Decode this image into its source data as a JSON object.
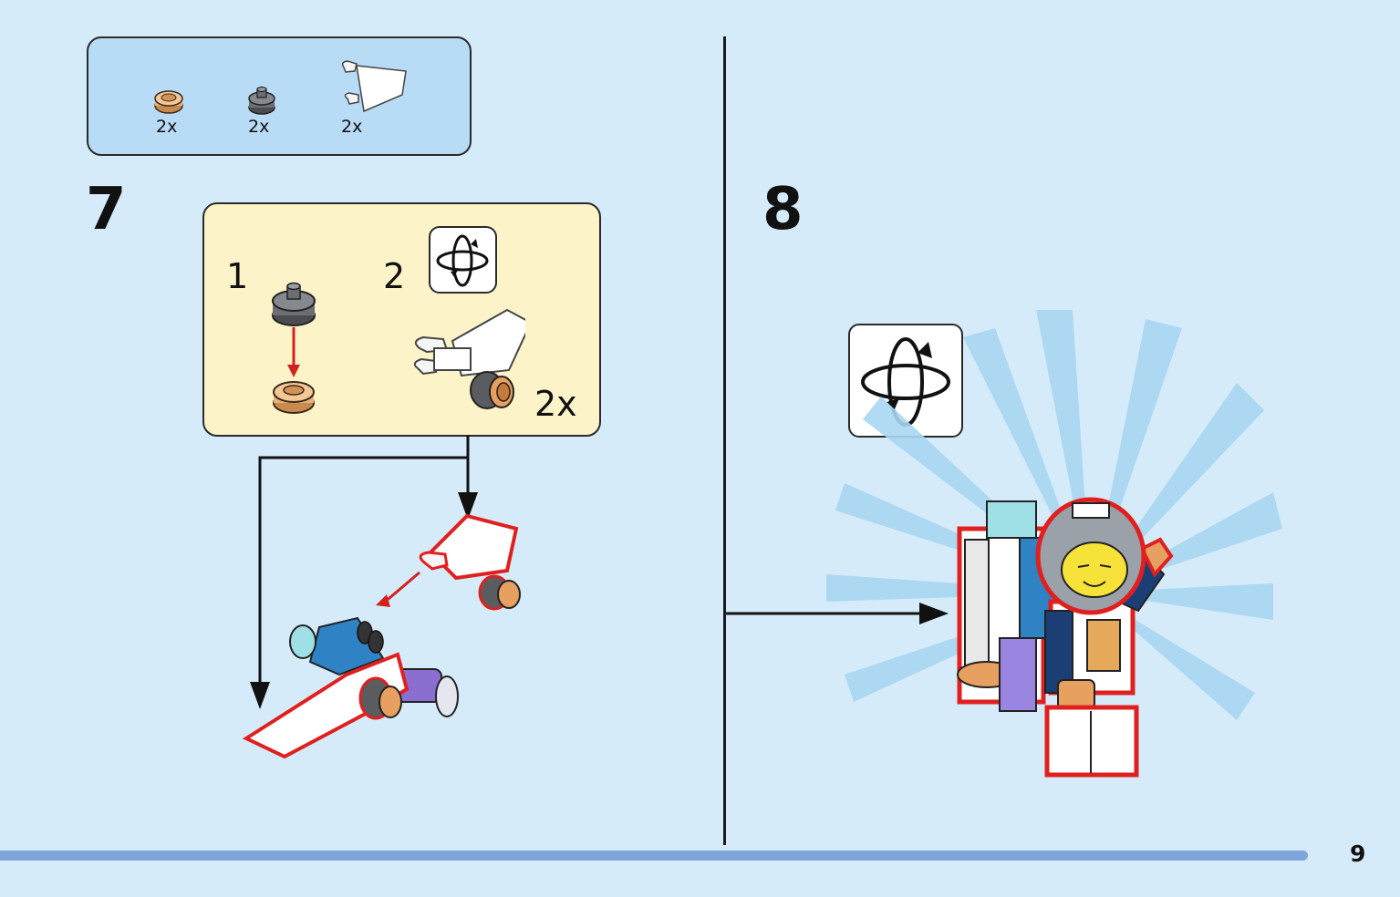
{
  "parts_list": {
    "items": [
      {
        "name": "flat-round-plate-tan",
        "qty": "2x",
        "color": "#e8b07a"
      },
      {
        "name": "round-plate-dark-grey",
        "qty": "2x",
        "color": "#6b6e72"
      },
      {
        "name": "white-clip-wing",
        "qty": "2x",
        "color": "#ffffff"
      }
    ]
  },
  "step7": {
    "number": "7",
    "substep1": "1",
    "substep2": "2",
    "multiplier": "2x"
  },
  "step8": {
    "number": "8"
  },
  "page": {
    "number": "9"
  },
  "colors": {
    "background": "#d6ebfa",
    "parts_box": "#b8dbf6",
    "substep_box": "#fdf3c9",
    "highlight": "#e0201f",
    "progress": "#7ea6dd"
  }
}
